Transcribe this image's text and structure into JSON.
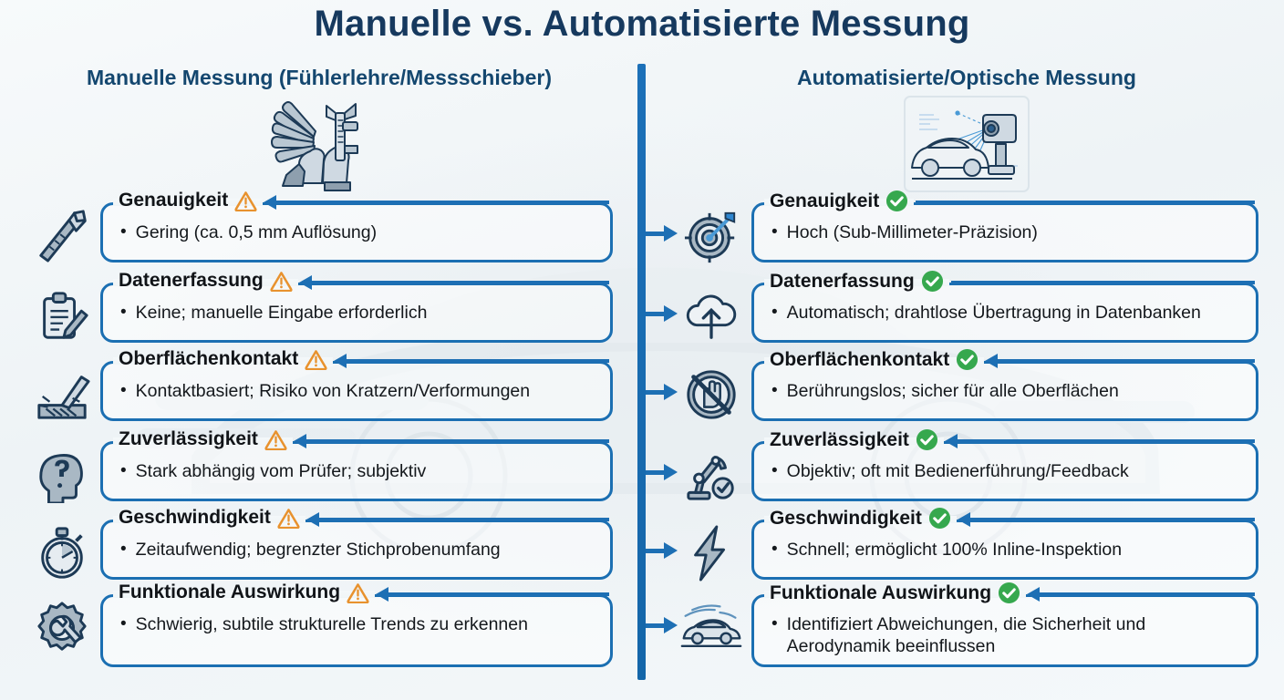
{
  "header": {
    "title": "Manuelle vs. Automatisierte Messung",
    "left_column_title": "Manuelle Messung (Fühlerlehre/Messschieber)",
    "right_column_title": "Automatisierte/Optische Messung"
  },
  "hero": {
    "left_icon": "hands-with-feeler-gauge-and-caliper-illustration",
    "right_icon": "optical-scanner-measuring-car-illustration"
  },
  "divider": {
    "name": "center-divider",
    "color": "#1d6fb4",
    "connector_count": 6
  },
  "colors": {
    "title": "#16395e",
    "column_heading": "#14476f",
    "card_border": "#1b6fb2",
    "accent_blue": "#1d6fb4",
    "warning_orange": "#e8922e",
    "success_green": "#36a84e",
    "icon_steel": "#a9b8c4",
    "icon_outline": "#1d3a56",
    "background": "#f2f6f8"
  },
  "left_column": {
    "status_icon": "warning-triangle-icon",
    "rows": [
      {
        "icon": "caliper-icon",
        "title": "Genauigkeit",
        "bullets": [
          "Gering (ca. 0,5 mm Auflösung)"
        ]
      },
      {
        "icon": "clipboard-pen-icon",
        "title": "Datenerfassung",
        "bullets": [
          "Keine; manuelle Eingabe erforderlich"
        ]
      },
      {
        "icon": "surface-scratch-icon",
        "title": "Oberflächenkontakt",
        "bullets": [
          "Kontaktbasiert; Risiko von Kratzern/Verformungen"
        ]
      },
      {
        "icon": "head-question-mark-icon",
        "title": "Zuverlässigkeit",
        "bullets": [
          "Stark abhängig vom Prüfer; subjektiv"
        ]
      },
      {
        "icon": "stopwatch-icon",
        "title": "Geschwindigkeit",
        "bullets": [
          "Zeitaufwendig; begrenzter Stichprobenumfang"
        ]
      },
      {
        "icon": "gear-wrench-icon",
        "title": "Funktionale Auswirkung",
        "bullets": [
          "Schwierig, subtile strukturelle Trends zu erkennen"
        ]
      }
    ]
  },
  "right_column": {
    "status_icon": "check-circle-icon",
    "rows": [
      {
        "icon": "target-dart-icon",
        "title": "Genauigkeit",
        "bullets": [
          "Hoch (Sub-Millimeter-Präzision)"
        ]
      },
      {
        "icon": "cloud-upload-icon",
        "title": "Datenerfassung",
        "bullets": [
          "Automatisch; drahtlose Übertragung in Datenbanken"
        ]
      },
      {
        "icon": "no-touch-hand-icon",
        "title": "Oberflächenkontakt",
        "bullets": [
          "Berührungslos; sicher für alle Oberflächen"
        ]
      },
      {
        "icon": "robot-arm-check-icon",
        "title": "Zuverlässigkeit",
        "bullets": [
          "Objektiv; oft mit Bedienerführung/Feedback"
        ]
      },
      {
        "icon": "lightning-bolt-icon",
        "title": "Geschwindigkeit",
        "bullets": [
          "Schnell; ermöglicht 100% Inline-Inspektion"
        ]
      },
      {
        "icon": "aerodynamic-car-icon",
        "title": "Funktionale Auswirkung",
        "bullets": [
          "Identifiziert Abweichungen, die Sicherheit und",
          "Aerodynamik beeinflussen"
        ]
      }
    ]
  },
  "bullet_marker": "•"
}
